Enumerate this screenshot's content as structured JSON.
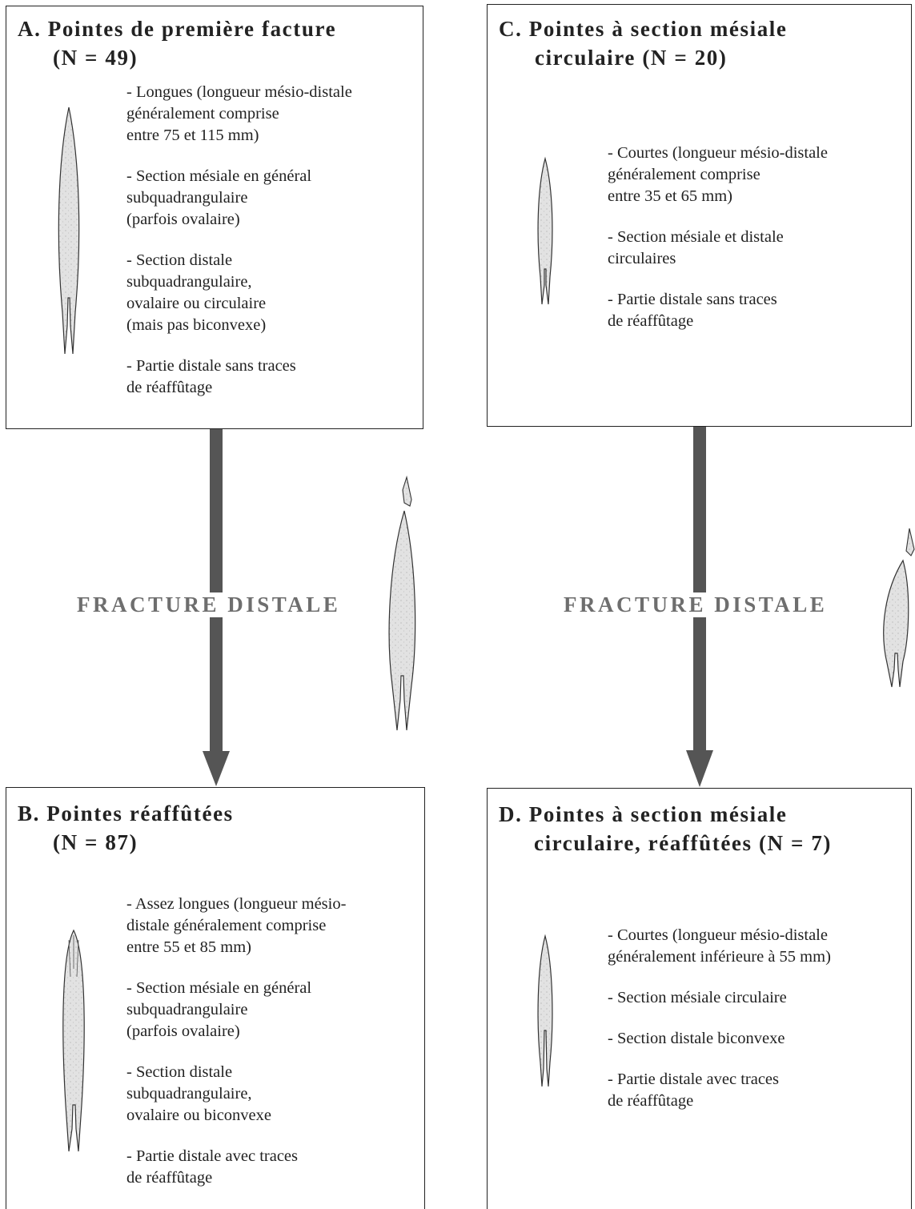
{
  "boxes": {
    "a": {
      "title": [
        "A. Pointes de première facture",
        "(N = 49)"
      ],
      "criteria": [
        [
          "- Longues (longueur mésio-distale",
          "généralement comprise",
          "entre 75 et 115 mm)"
        ],
        [
          "- Section mésiale en général",
          "subquadrangulaire",
          "(parfois ovalaire)"
        ],
        [
          "- Section distale",
          "subquadrangulaire,",
          "ovalaire ou circulaire",
          "(mais pas biconvexe)"
        ],
        [
          "- Partie distale sans traces",
          "de réaffûtage"
        ]
      ]
    },
    "b": {
      "title": [
        "B. Pointes réaffûtées",
        "(N = 87)"
      ],
      "criteria": [
        [
          "- Assez longues (longueur mésio-",
          "distale généralement comprise",
          "entre 55 et 85 mm)"
        ],
        [
          "- Section mésiale en général",
          "subquadrangulaire",
          "(parfois ovalaire)"
        ],
        [
          "- Section distale",
          "subquadrangulaire,",
          "ovalaire ou biconvexe"
        ],
        [
          "- Partie distale avec traces",
          "de réaffûtage"
        ]
      ]
    },
    "c": {
      "title": [
        "C. Pointes à section mésiale",
        "circulaire (N = 20)"
      ],
      "criteria": [
        [
          "- Courtes (longueur mésio-distale",
          "généralement comprise",
          "entre 35 et 65 mm)"
        ],
        [
          "- Section mésiale et distale",
          "circulaires"
        ],
        [
          "- Partie distale sans traces",
          "de réaffûtage"
        ]
      ]
    },
    "d": {
      "title": [
        "D. Pointes à section mésiale",
        "circulaire, réaffûtées (N = 7)"
      ],
      "criteria": [
        [
          "- Courtes (longueur mésio-distale",
          "généralement inférieure à 55 mm)"
        ],
        [
          "- Section mésiale circulaire"
        ],
        [
          "- Section distale biconvexe"
        ],
        [
          "- Partie distale avec traces",
          "de réaffûtage"
        ]
      ]
    }
  },
  "arrows": {
    "left_label": "FRACTURE DISTALE",
    "right_label": "FRACTURE DISTALE",
    "color": "#555555"
  },
  "colors": {
    "point_fill": "#dcdcdc",
    "point_stroke": "#333333"
  }
}
